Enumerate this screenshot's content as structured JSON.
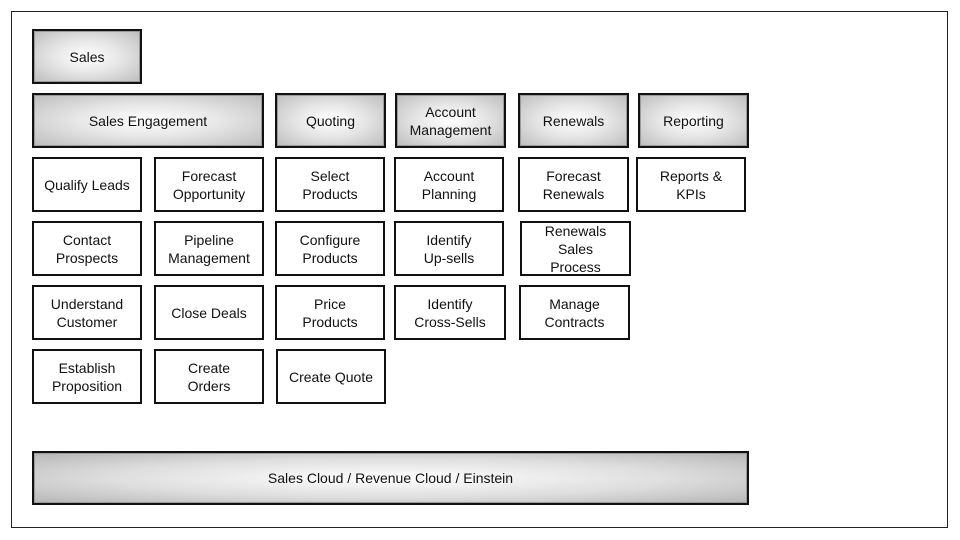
{
  "title": "Sales",
  "columns": {
    "sales_engagement": {
      "label": "Sales Engagement",
      "items": [
        "Qualify Leads",
        "Forecast\nOpportunity",
        "Contact\nProspects",
        "Pipeline\nManagement",
        "Understand\nCustomer",
        "Close Deals",
        "Establish\nProposition",
        "Create\nOrders"
      ]
    },
    "quoting": {
      "label": "Quoting",
      "items": [
        "Select\nProducts",
        "Configure\nProducts",
        "Price\nProducts",
        "Create Quote"
      ]
    },
    "account_management": {
      "label": "Account\nManagement",
      "items": [
        "Account\nPlanning",
        "Identify\nUp-sells",
        "Identify\nCross-Sells"
      ]
    },
    "renewals": {
      "label": "Renewals",
      "items": [
        "Forecast\nRenewals",
        "Renewals\nSales\nProcess",
        "Manage\nContracts"
      ]
    },
    "reporting": {
      "label": "Reporting",
      "items": [
        "Reports &\nKPIs"
      ]
    }
  },
  "footer": "Sales Cloud / Revenue Cloud / Einstein"
}
